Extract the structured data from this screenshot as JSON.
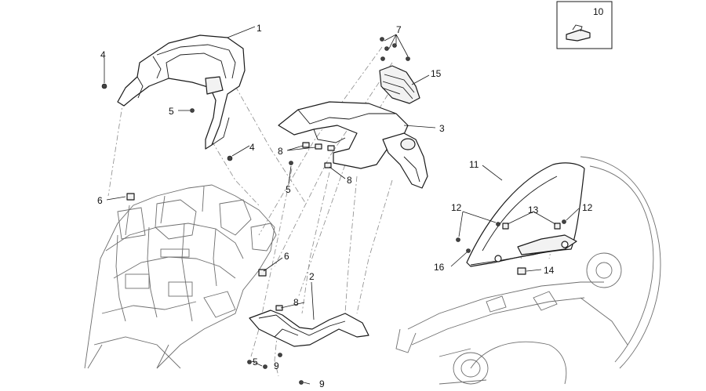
{
  "labels": {
    "p1": "1",
    "p2": "2",
    "p3": "3",
    "p4a": "4",
    "p4b": "4",
    "p5a": "5",
    "p5b": "5",
    "p5c": "5",
    "p6a": "6",
    "p6b": "6",
    "p7": "7",
    "p8a": "8",
    "p8b": "8",
    "p8c": "8",
    "p9a": "9",
    "p9b": "9",
    "p10": "10",
    "p11": "11",
    "p12a": "12",
    "p12b": "12",
    "p13": "13",
    "p14": "14",
    "p15": "15",
    "p16": "16"
  }
}
